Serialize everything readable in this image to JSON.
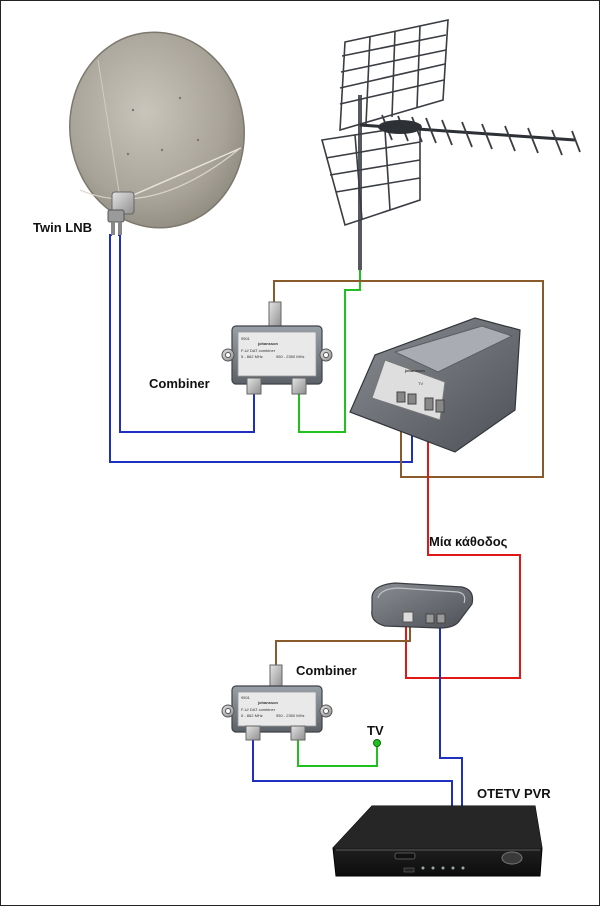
{
  "labels": {
    "twin_lnb": "Twin LNB",
    "combiner_top": "Combiner",
    "single_cable": "Μία κάθοδος",
    "combiner_bottom": "Combiner",
    "tv": "TV",
    "pvr": "OTETV PVR"
  },
  "device_text": {
    "combiner_model": "9501",
    "combiner_brand": "johansson",
    "combiner_spec": "F-U/ DAT combiner",
    "combiner_range": "5 - 862 MHz",
    "combiner_range_sat": "950 - 2350 MHz",
    "multiswitch_brand": "johansson",
    "multiswitch_label": "TV"
  },
  "colors": {
    "sat_blue": "#1f2fbf",
    "terrestrial_green": "#20c020",
    "mixed_brown": "#8a5a2b",
    "downlink_red": "#e01818",
    "border": "#222222"
  }
}
